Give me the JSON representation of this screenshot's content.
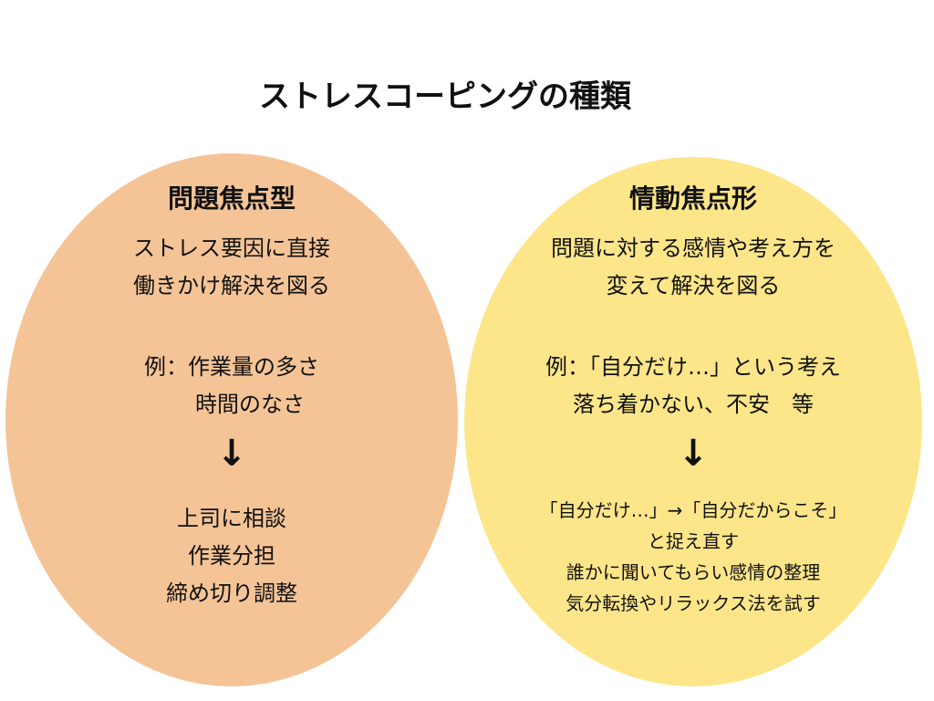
{
  "title": "ストレスコーピングの種類",
  "colors": {
    "left": "#F4C497",
    "right": "#FDE68A"
  },
  "left": {
    "heading": "問題焦点型",
    "description": [
      "ストレス要因に直接",
      "働きかけ解決を図る"
    ],
    "example": [
      "例：作業量の多さ",
      "時間のなさ"
    ],
    "arrow": "↓",
    "actions": [
      "上司に相談",
      "作業分担",
      "締め切り調整"
    ]
  },
  "right": {
    "heading": "情動焦点形",
    "description": [
      "問題に対する感情や考え方を",
      "変えて解決を図る"
    ],
    "example": [
      "例：「自分だけ…」という考え",
      "落ち着かない、不安　等"
    ],
    "arrow": "↓",
    "actions": [
      "「自分だけ…」→「自分だからこそ」",
      "と捉え直す",
      "誰かに聞いてもらい感情の整理",
      "気分転換やリラックス法を試す"
    ]
  }
}
